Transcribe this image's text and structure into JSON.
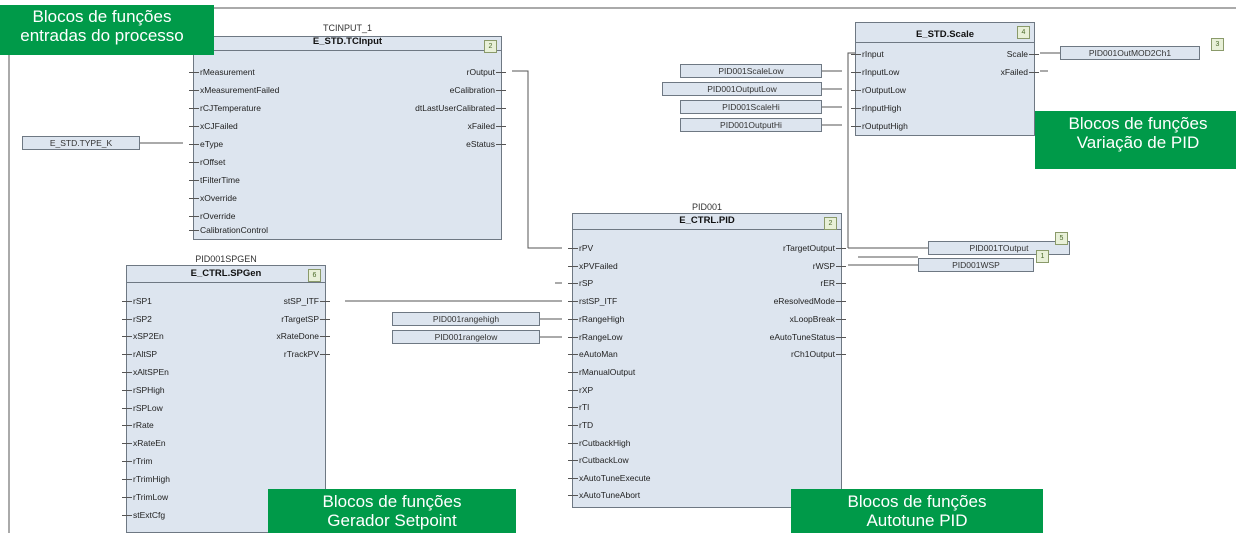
{
  "callouts": {
    "inputs": {
      "line1": "Blocos de funções",
      "line2": "entradas do processo"
    },
    "scale": {
      "line1": "Blocos de funções",
      "line2": "Variação de PID"
    },
    "setpoint": {
      "line1": "Blocos de funções",
      "line2": "Gerador Setpoint"
    },
    "autotune": {
      "line1": "Blocos de funções",
      "line2": "Autotune PID"
    }
  },
  "blocks": {
    "tcinput": {
      "instance": "TCINPUT_1",
      "type": "E_STD.TCInput",
      "badge": "2",
      "inputs": [
        "rMeasurement",
        "xMeasurementFailed",
        "rCJTemperature",
        "xCJFailed",
        "eType",
        "rOffset",
        "tFilterTime",
        "xOverride",
        "rOverride",
        "CalibrationControl"
      ],
      "outputs": [
        "rOutput",
        "eCalibration",
        "dtLastUserCalibrated",
        "xFailed",
        "eStatus"
      ]
    },
    "scale": {
      "instance": "",
      "type": "E_STD.Scale",
      "badge": "4",
      "inputs": [
        "rInput",
        "rInputLow",
        "rOutputLow",
        "rInputHigh",
        "rOutputHigh"
      ],
      "outputs": [
        "Scale",
        "xFailed"
      ]
    },
    "pid": {
      "instance": "PID001",
      "type": "E_CTRL.PID",
      "badge": "2",
      "inputs": [
        "rPV",
        "xPVFailed",
        "rSP",
        "rstSP_ITF",
        "rRangeHigh",
        "rRangeLow",
        "eAutoMan",
        "rManualOutput",
        "rXP",
        "rTI",
        "rTD",
        "rCutbackHigh",
        "rCutbackLow",
        "xAutoTuneExecute",
        "xAutoTuneAbort"
      ],
      "outputs": [
        "rTargetOutput",
        "rWSP",
        "rER",
        "eResolvedMode",
        "xLoopBreak",
        "eAutoTuneStatus",
        "rCh1Output"
      ]
    },
    "spgen": {
      "instance": "PID001SPGEN",
      "type": "E_CTRL.SPGen",
      "badge": "6",
      "inputs": [
        "rSP1",
        "rSP2",
        "xSP2En",
        "rAltSP",
        "xAltSPEn",
        "rSPHigh",
        "rSPLow",
        "rRate",
        "xRateEn",
        "rTrim",
        "rTrimHigh",
        "rTrimLow",
        "stExtCfg"
      ],
      "outputs": [
        "stSP_ITF",
        "rTargetSP",
        "xRateDone",
        "rTrackPV"
      ]
    }
  },
  "variables": {
    "type_k": "E_STD.TYPE_K",
    "scale_in_low": "PID001ScaleLow",
    "scale_out_low": "PID001OutputLow",
    "scale_in_high": "PID001ScaleHi",
    "scale_out_high": "PID001OutputHi",
    "scale_out": "PID001OutMOD2Ch1",
    "scale_out_badge": "3",
    "range_high": "PID001rangehigh",
    "range_low": "PID001rangelow",
    "target_output": "PID001TOutput",
    "target_output_badge": "5",
    "wsp": "PID001WSP",
    "wsp_badge": "1"
  }
}
